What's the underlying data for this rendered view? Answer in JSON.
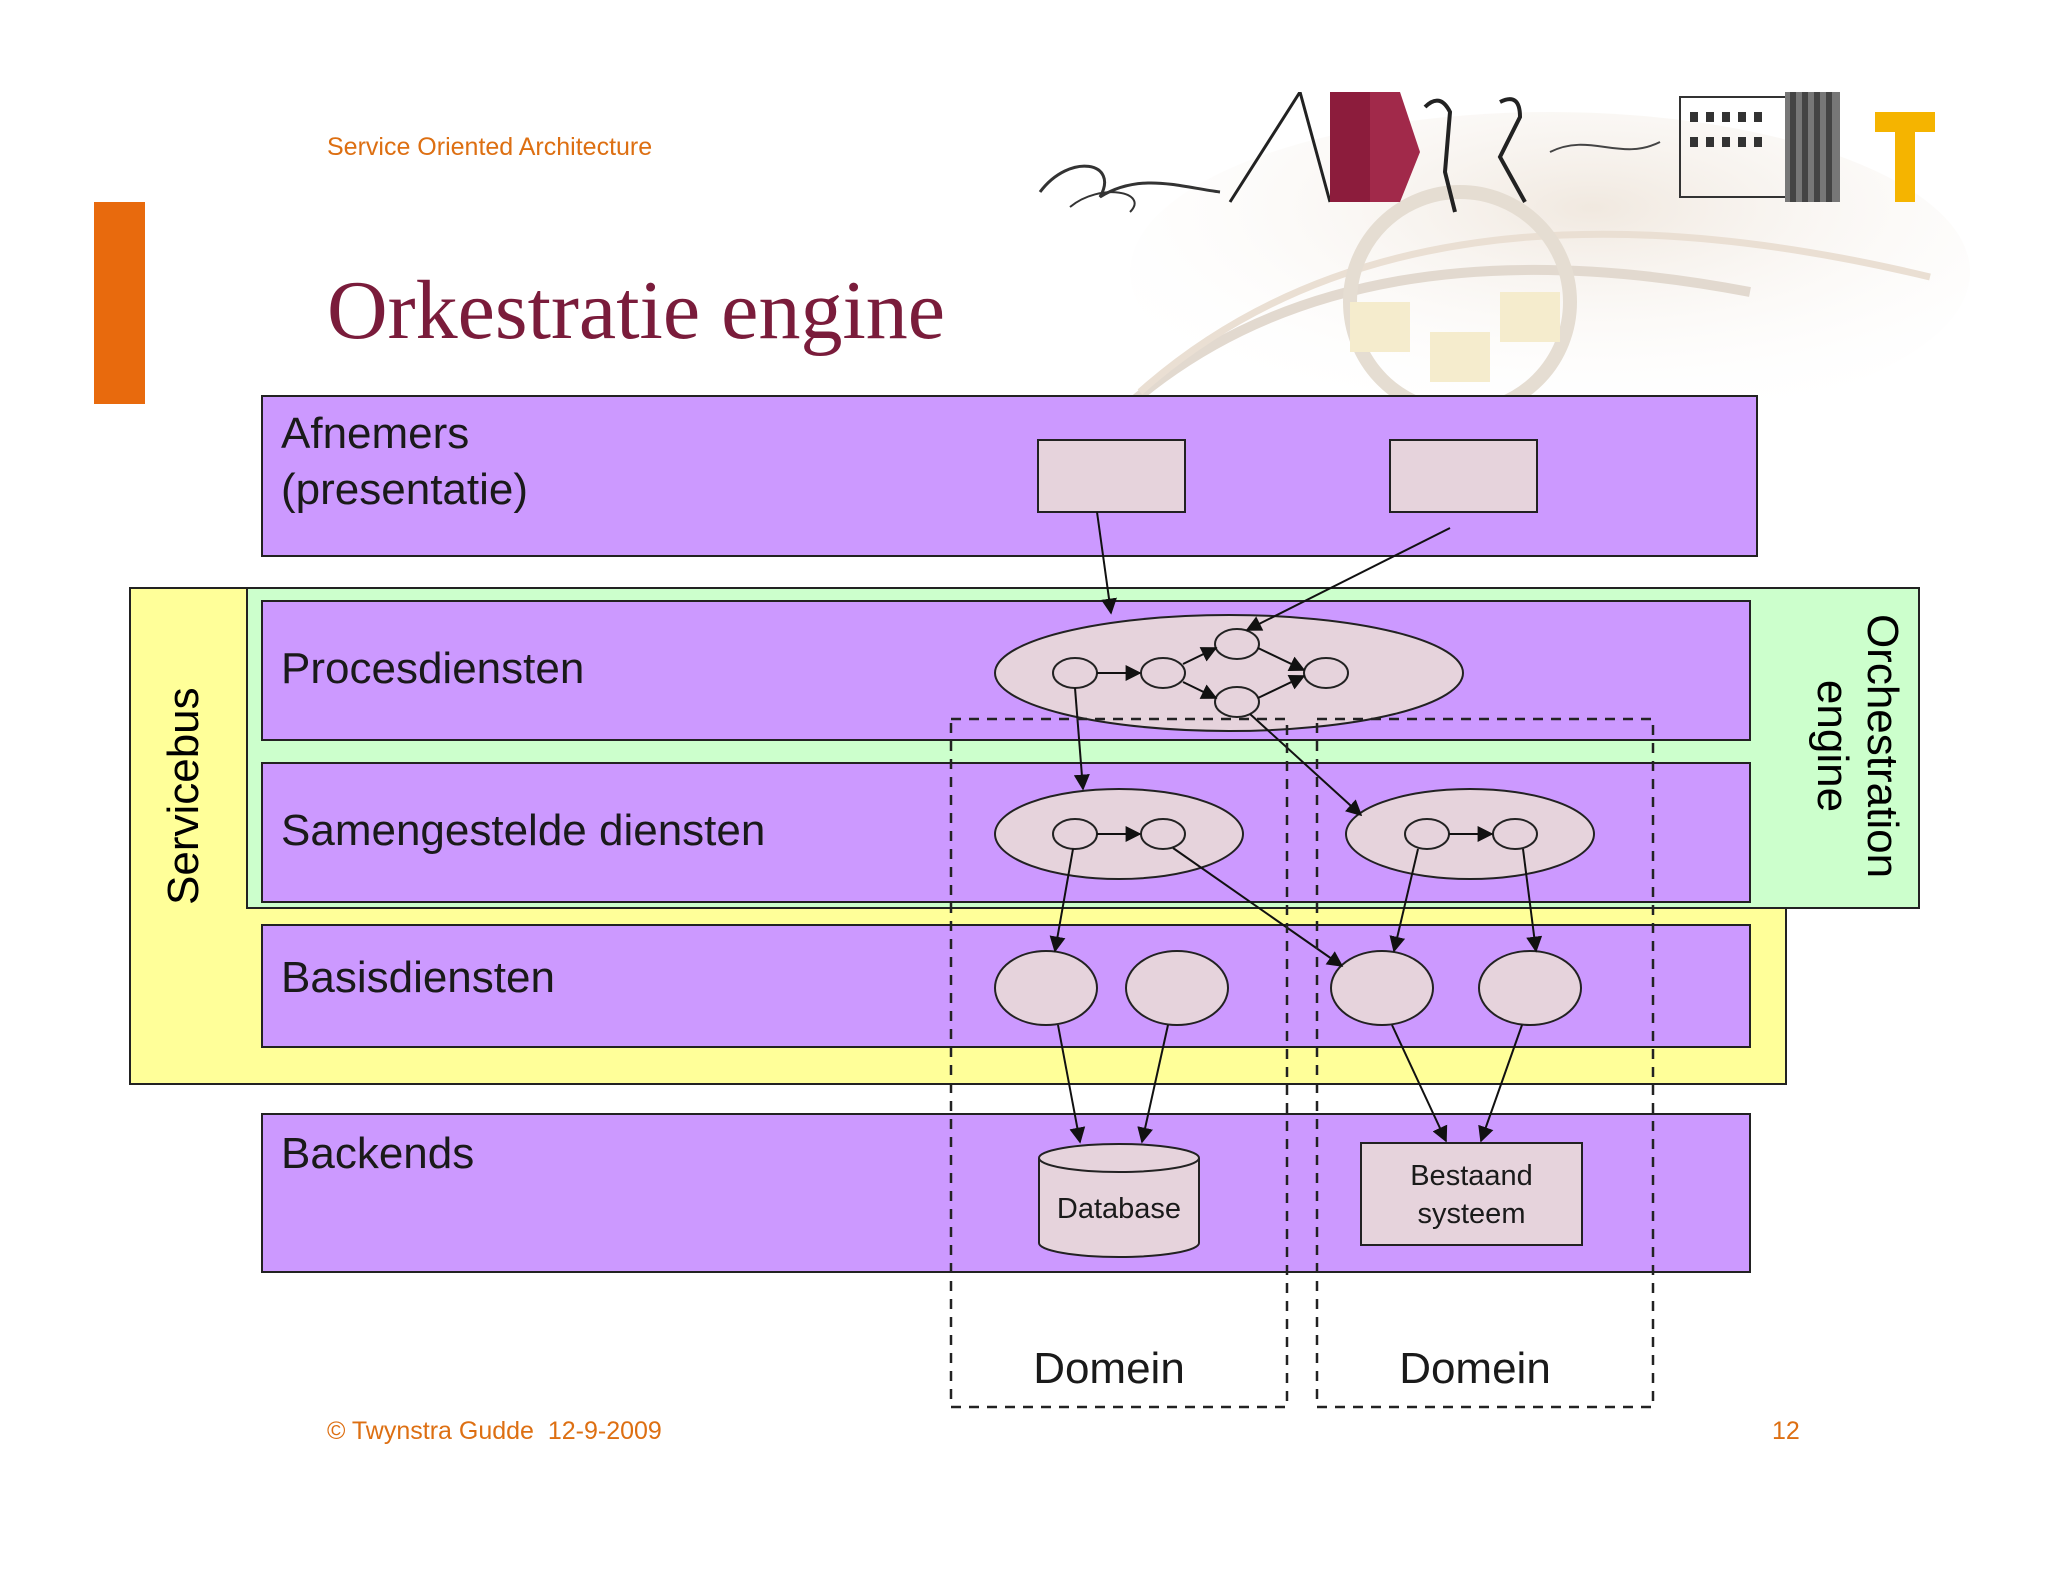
{
  "header": {
    "subtitle": "Service Oriented Architecture",
    "title": "Orkestratie engine"
  },
  "layers": {
    "afnemers": "Afnemers\n(presentatie)",
    "procesdiensten": "Procesdiensten",
    "samengestelde": "Samengestelde diensten",
    "basisdiensten": "Basisdiensten",
    "backends": "Backends"
  },
  "side_labels": {
    "servicebus": "Servicebus",
    "orchestration_line1": "Orchestration",
    "orchestration_line2": "engine"
  },
  "backend_boxes": {
    "database": "Database",
    "bestaand_line1": "Bestaand",
    "bestaand_line2": "systeem"
  },
  "domains": {
    "domain_left": "Domein",
    "domain_right": "Domein"
  },
  "footer": {
    "copyright": "© Twynstra Gudde  12-9-2009",
    "page_number": "12"
  },
  "colors": {
    "accent": "#e86a0d",
    "title": "#7a1c3b",
    "layer_fill": "#cc99ff",
    "node_fill": "#e6d3dc",
    "servicebus_fill": "#ffff99",
    "orchestration_fill": "#ccffcc"
  }
}
